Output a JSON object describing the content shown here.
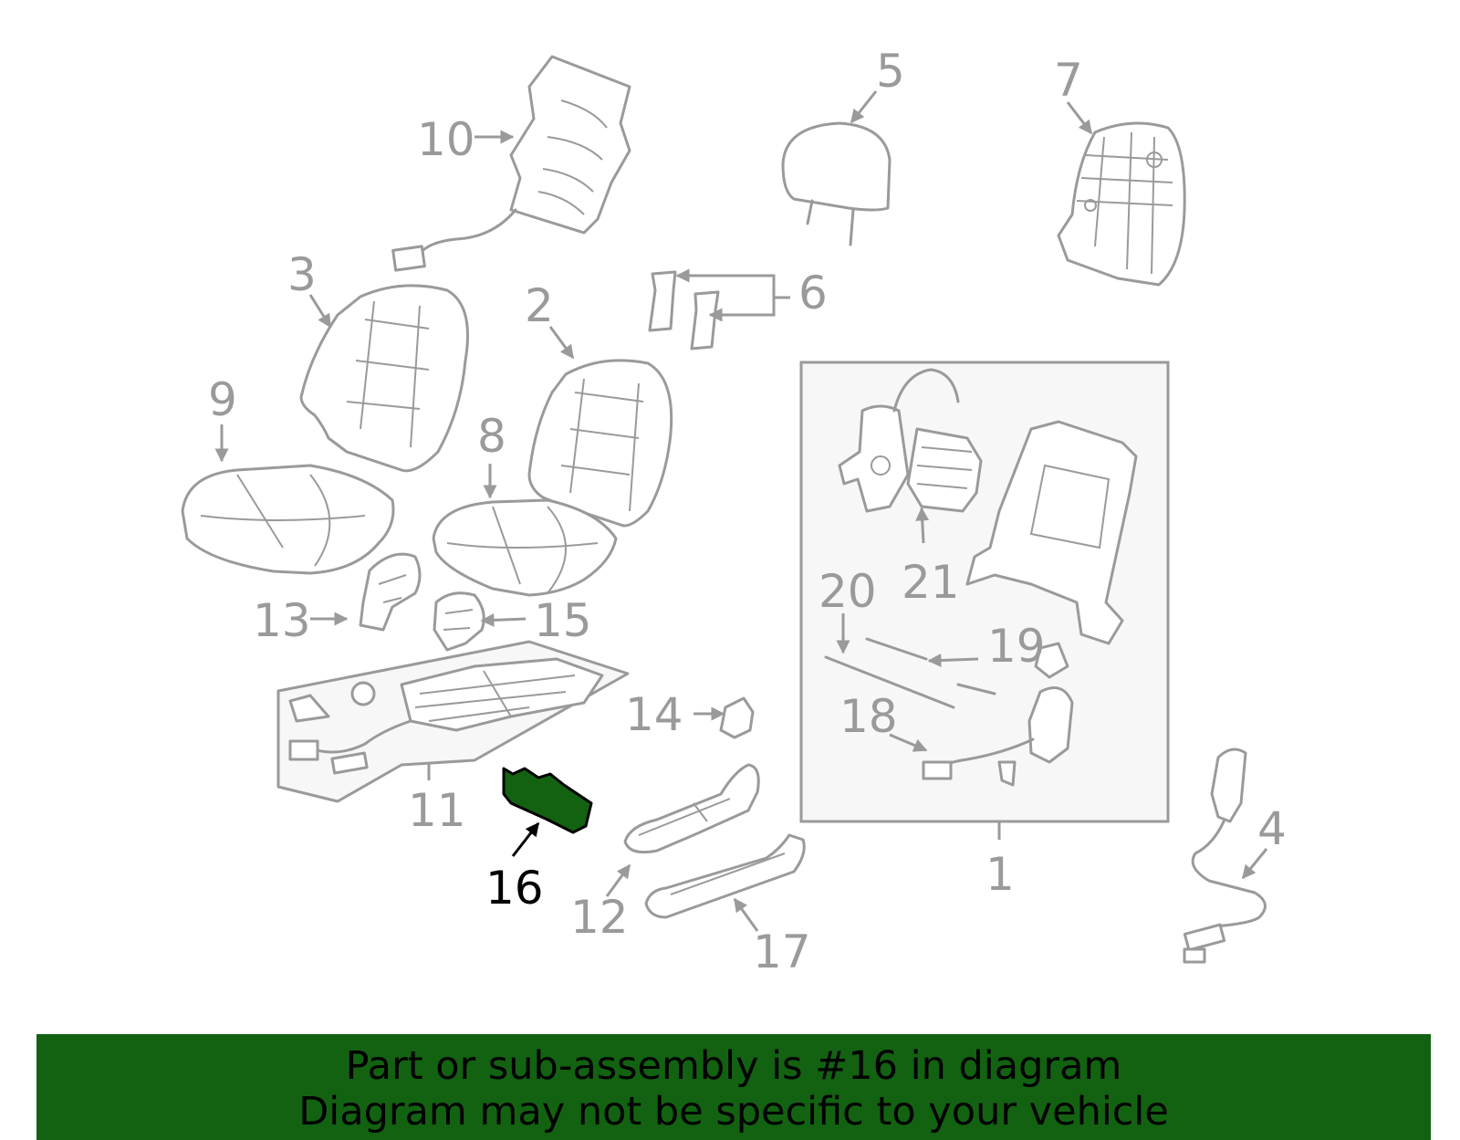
{
  "diagram": {
    "callouts": [
      "1",
      "2",
      "3",
      "4",
      "5",
      "6",
      "7",
      "8",
      "9",
      "10",
      "11",
      "12",
      "13",
      "14",
      "15",
      "16",
      "17",
      "18",
      "19",
      "20",
      "21"
    ],
    "highlighted_part": "16",
    "highlight_color": "#136212",
    "line_color": "#9a9a9a"
  },
  "banner": {
    "line1": "Part or sub-assembly is #16 in diagram",
    "line2": "Diagram may not be specific to your vehicle",
    "background": "#136212"
  }
}
